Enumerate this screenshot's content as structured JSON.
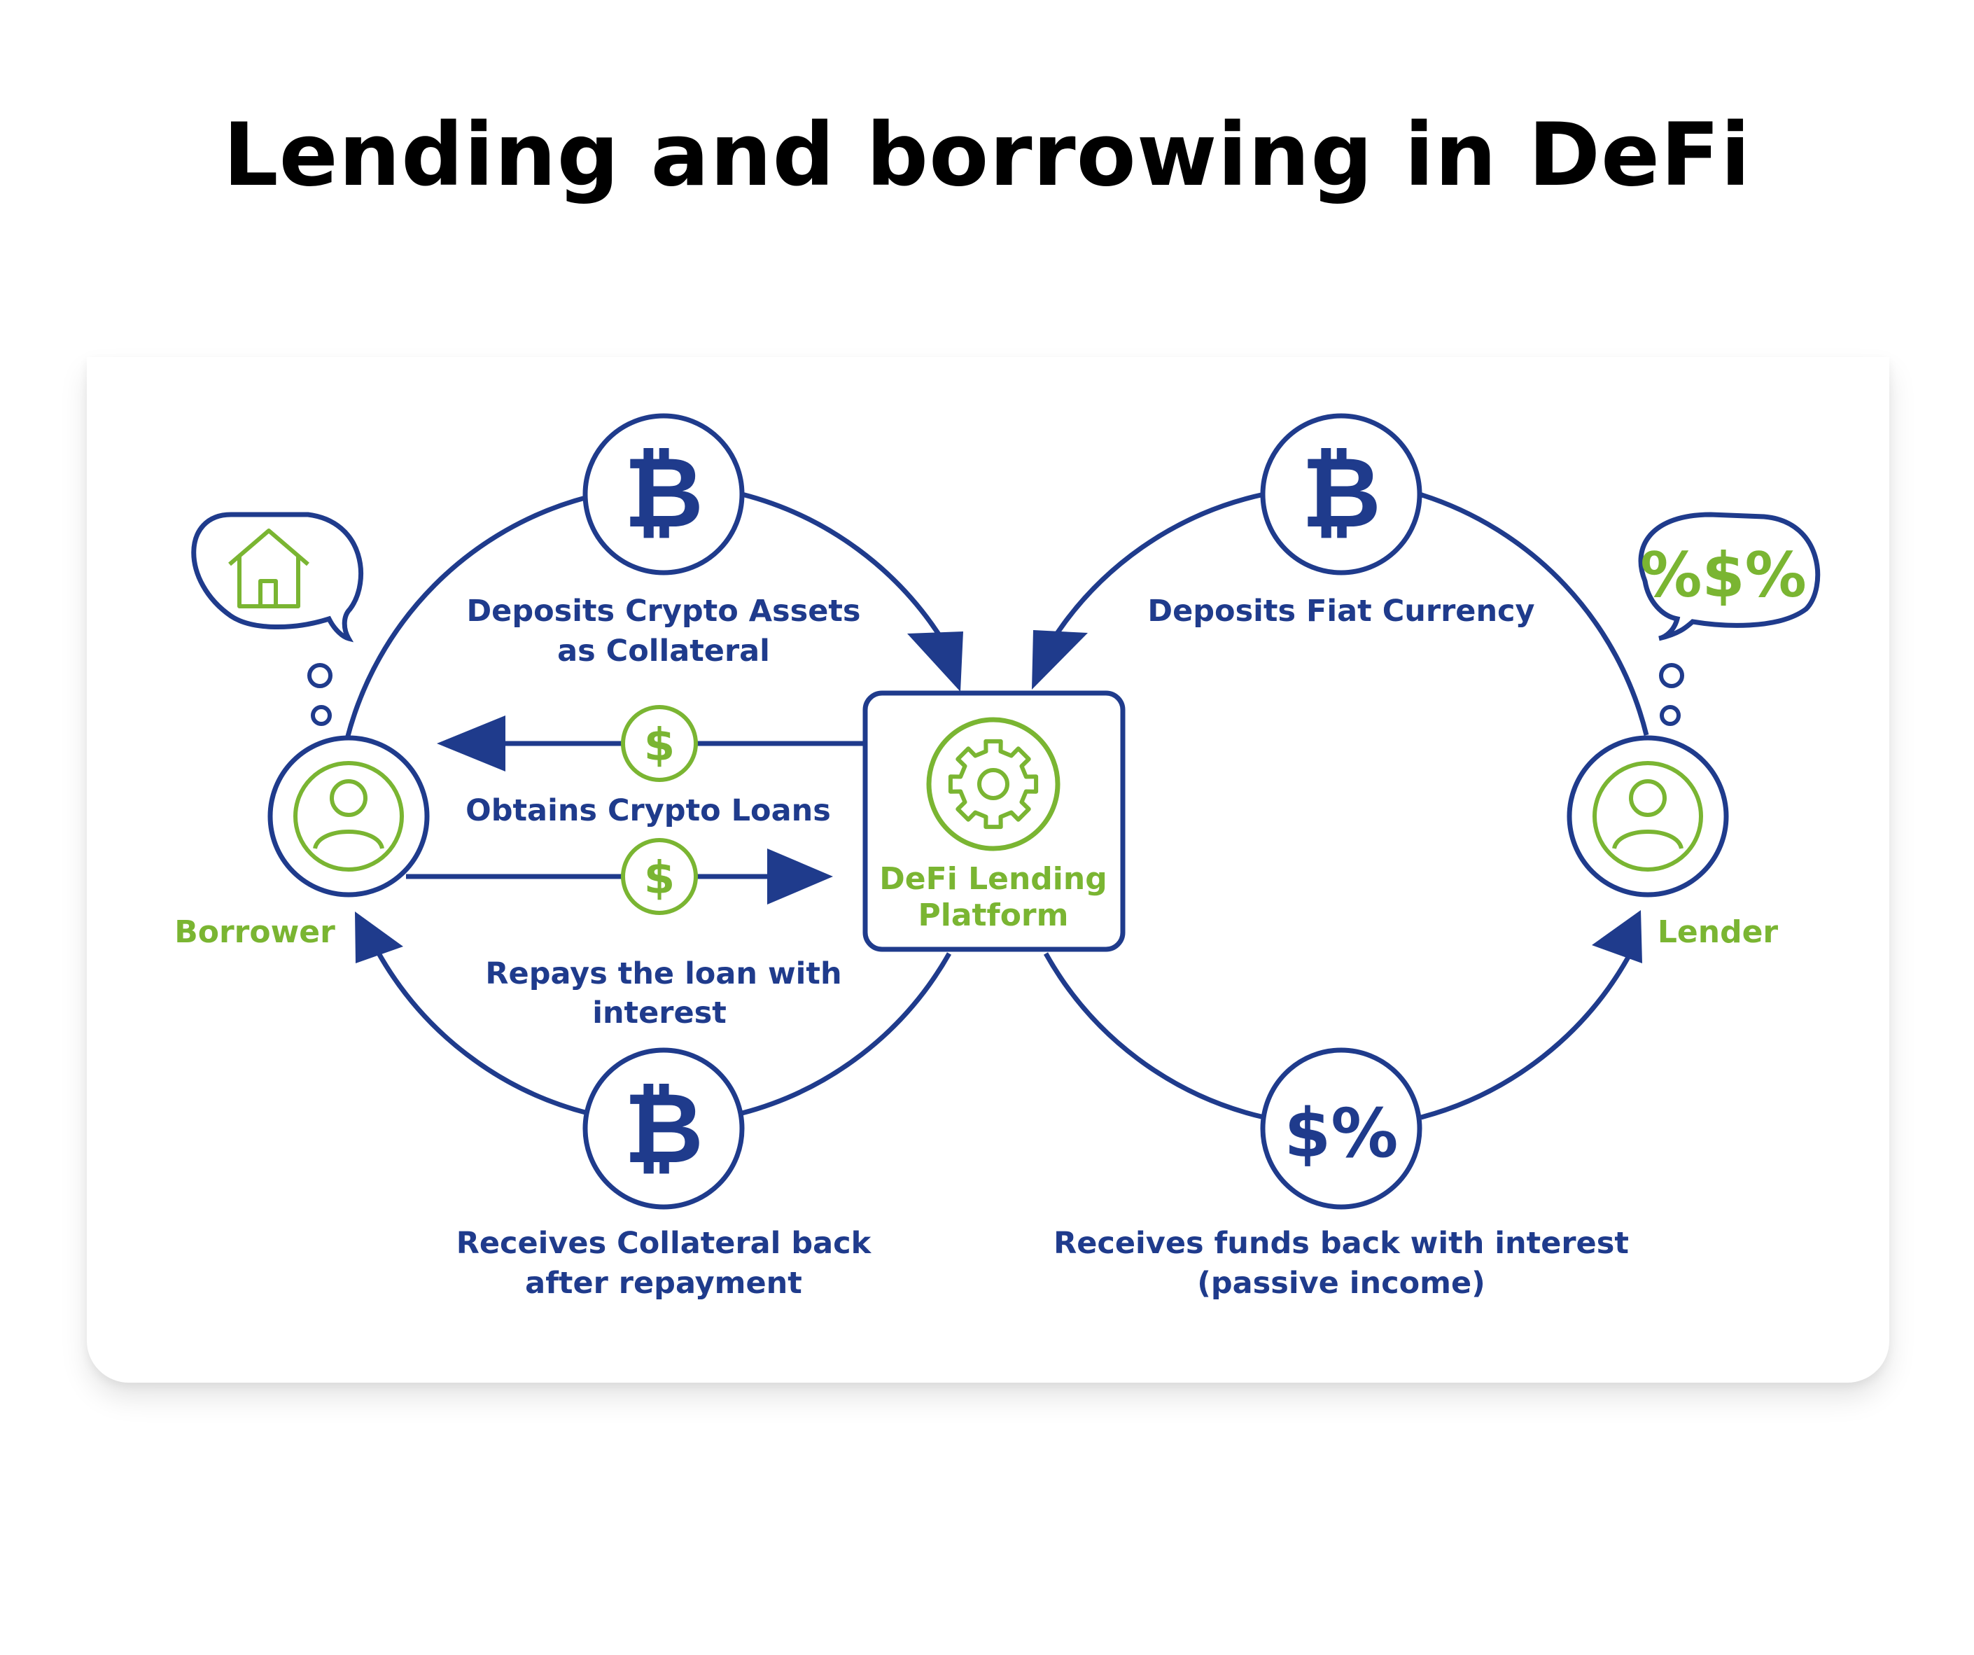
{
  "title": "Lending and borrowing in DeFi",
  "colors": {
    "navy": "#1f3b8c",
    "green": "#7ab532",
    "background": "#ffffff"
  },
  "nodes": {
    "borrower": {
      "label": "Borrower",
      "icon": "user-icon",
      "thought_icon": "house-icon"
    },
    "lender": {
      "label": "Lender",
      "icon": "user-icon",
      "thought_icon": "percent-dollar-percent-icon",
      "thought_text": "%$%"
    },
    "platform": {
      "label_line1": "DeFi Lending",
      "label_line2": "Platform",
      "icon": "gear-icon"
    }
  },
  "steps": {
    "deposit_crypto": {
      "line1": "Deposits Crypto Assets",
      "line2": "as Collateral",
      "icon": "bitcoin-icon"
    },
    "deposit_fiat": {
      "line1": "Deposits Fiat Currency",
      "icon": "bitcoin-icon"
    },
    "obtain_loans": {
      "line1": "Obtains Crypto Loans",
      "icon": "dollar-coin-icon"
    },
    "repay": {
      "line1": "Repays the loan with",
      "line2": "interest",
      "icon": "dollar-coin-icon"
    },
    "receive_collateral": {
      "line1": "Receives Collateral back",
      "line2": "after repayment",
      "icon": "bitcoin-icon"
    },
    "receive_funds": {
      "line1": "Receives funds back with interest",
      "line2": "(passive income)",
      "icon": "dollar-percent-icon",
      "icon_text": "$%"
    }
  },
  "glyphs": {
    "bitcoin": "₿",
    "dollar": "$"
  }
}
